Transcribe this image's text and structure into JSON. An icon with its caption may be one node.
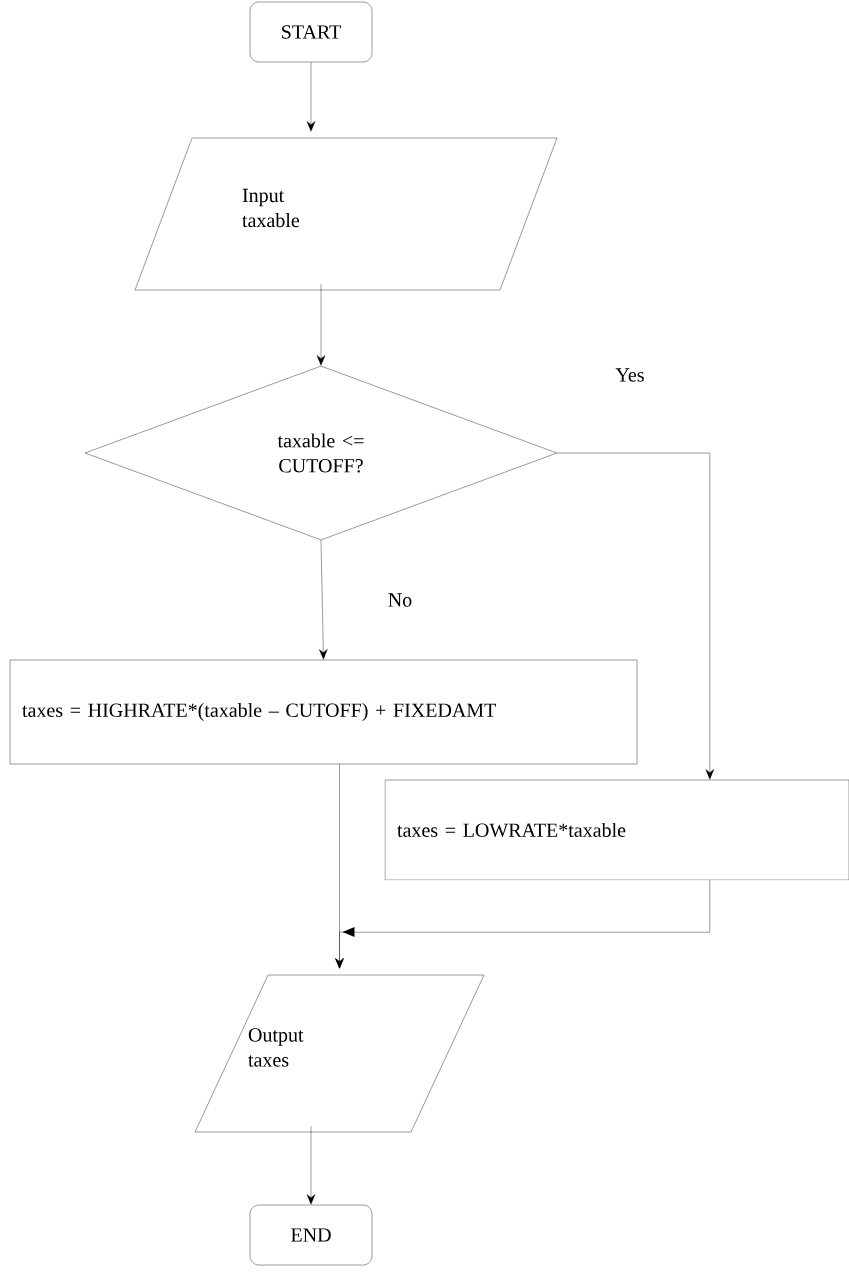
{
  "diagram": {
    "nodes": [
      {
        "text": [
          "START"
        ]
      },
      {
        "text": [
          "Input taxable"
        ]
      },
      {
        "text": [
          "taxable <= CUTOFF?"
        ]
      },
      {
        "text": [
          "taxes = HIGHRATE*(taxable – CUTOFF) + FIXEDAMT"
        ]
      },
      {
        "text": [
          "taxes = LOWRATE*taxable"
        ]
      },
      {
        "text": [
          "Output taxes"
        ]
      },
      {
        "text": [
          "END"
        ]
      }
    ],
    "edges": [
      {
        "from": 0,
        "to": 1,
        "arrow": "to"
      },
      {
        "from": 1,
        "to": 2,
        "arrow": "to"
      },
      {
        "from": 2,
        "to": 4,
        "arrow": "to",
        "label": "Yes"
      },
      {
        "from": 2,
        "to": 3,
        "arrow": "to",
        "label": "No"
      },
      {
        "from": 3,
        "to": 5,
        "arrow": "to"
      },
      {
        "from": 4,
        "to": 5,
        "arrow": "to"
      },
      {
        "from": 5,
        "to": 6,
        "arrow": "to"
      }
    ]
  }
}
